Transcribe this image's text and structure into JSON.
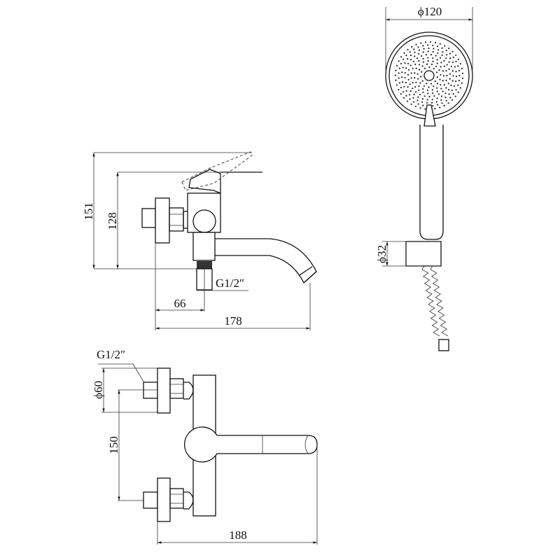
{
  "side_view": {
    "dim_total_height": "151",
    "dim_spout_height": "128",
    "thread_label": "G1/2″",
    "dim_outlet_offset": "66",
    "dim_projection": "178"
  },
  "front_view": {
    "thread_label": "G1/2″",
    "dim_flange_diameter": "ϕ60",
    "dim_center_distance": "150",
    "dim_projection": "188"
  },
  "hand_shower": {
    "dim_head_diameter": "ϕ120",
    "dim_holder_diameter": "ϕ32"
  }
}
